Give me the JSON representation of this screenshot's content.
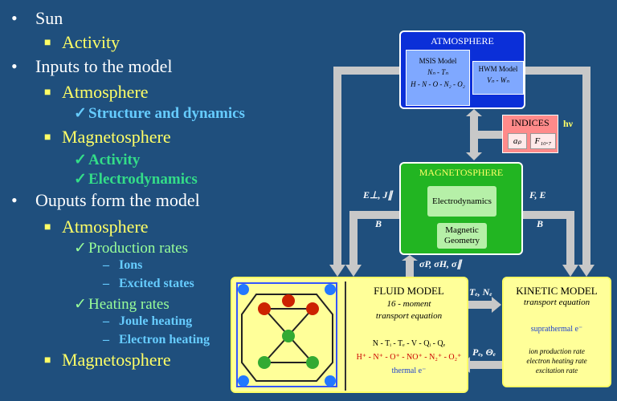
{
  "outline": [
    {
      "level": 0,
      "bullet": "•",
      "text": "Sun"
    },
    {
      "level": 1,
      "bullet": "■",
      "text": "Activity"
    },
    {
      "level": 0,
      "bullet": "•",
      "text": "Inputs to the model"
    },
    {
      "level": 1,
      "bullet": "■",
      "text": "Atmosphere"
    },
    {
      "level": 2,
      "bullet": "✓",
      "text": "Structure and dynamics"
    },
    {
      "level": 1,
      "bullet": "■",
      "text": "Magnetosphere"
    },
    {
      "level": 2,
      "bullet": "✓",
      "text": "Activity"
    },
    {
      "level": 2,
      "bullet": "✓",
      "text": "Electrodynamics"
    },
    {
      "level": 0,
      "bullet": "•",
      "text": "Ouputs form the model"
    },
    {
      "level": 1,
      "bullet": "■",
      "text": "Atmosphere"
    },
    {
      "level": 2,
      "bullet": "✓",
      "text": "Production rates"
    },
    {
      "level": 3,
      "bullet": "–",
      "text": "Ions"
    },
    {
      "level": 3,
      "bullet": "–",
      "text": "Excited states"
    },
    {
      "level": 2,
      "bullet": "✓",
      "text": "Heating rates"
    },
    {
      "level": 3,
      "bullet": "–",
      "text": "Joule heating"
    },
    {
      "level": 3,
      "bullet": "–",
      "text": "Electron heating"
    },
    {
      "level": 1,
      "bullet": "■",
      "text": "Magnetosphere"
    }
  ],
  "diagram": {
    "atmosphere": {
      "title": "ATMOSPHERE",
      "msis_title": "MSIS  Model",
      "msis_line1": "Nₙ - Tₙ",
      "msis_line2": "H - N - O - N₂ - O₂",
      "hwm_title": "HWM  Model",
      "hwm_line": "Vₙ - Wₙ"
    },
    "indices": {
      "title": "INDICES",
      "ap": "aₚ",
      "f107": "F₁₀.₇",
      "hv": "hν"
    },
    "magnetosphere": {
      "title": "MAGNETOSPHERE",
      "electrodynamics": "Electrodynamics",
      "magnetic_geometry": "Magnetic Geometry"
    },
    "fluid": {
      "title": "FLUID MODEL",
      "sub1": "16 - moment",
      "sub2": "transport equation",
      "vars": "N - Tᵢ - Tₑ - V - Qᵢ - Qₑ",
      "species": "H⁺ - N⁺ - O⁺ - NO⁺ - N₂⁺ - O₂⁺",
      "thermal": "thermal  e⁻"
    },
    "kinetic": {
      "title": "KINETIC MODEL",
      "sub": "transport  equation",
      "supra": "suprathermal  e⁻",
      "rates1": "ion production rate",
      "rates2": "electron heating rate",
      "rates3": "excitation rate"
    },
    "labels": {
      "e_j": "E⊥, J∥",
      "b_left": "B",
      "f_e": "F, E",
      "b_right": "B",
      "sigma": "σP, σH, σ∥",
      "te_ne": "Tₑ, Nₑ",
      "pe_theta": "Pₑ, Θₑ"
    }
  },
  "colors": {
    "background": "#1f4f7d"
  }
}
